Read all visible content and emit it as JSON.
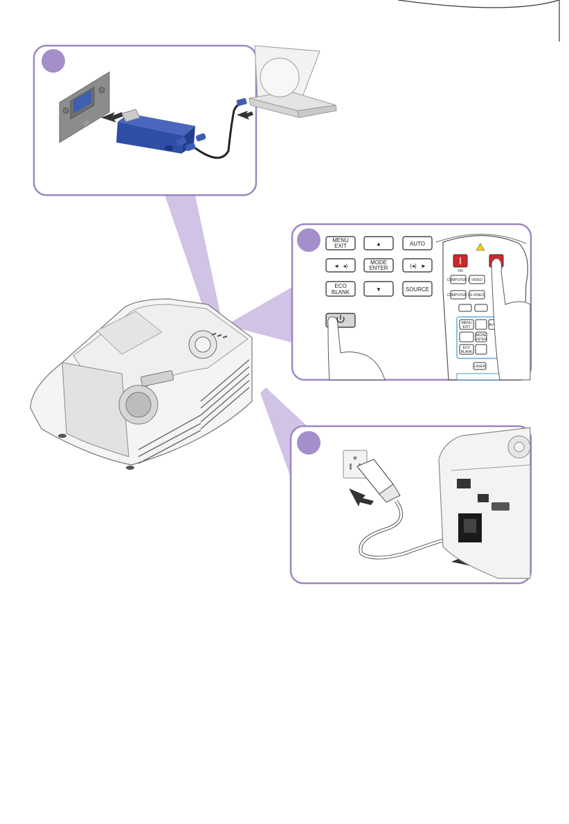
{
  "colors": {
    "accent": "#9b86c0",
    "beam": "#c9b8e0",
    "badge": "#a48fcb",
    "vga_blue": "#2f4fa6",
    "power_red": "#d0262b"
  },
  "icons": [
    "page-curl-icon",
    "vga-port-icon",
    "arrow-icon",
    "power-icon",
    "power-plug-icon",
    "wall-socket-icon",
    "laptop-icon",
    "projector-icon",
    "remote-control-icon",
    "hand-icon"
  ],
  "keypad": {
    "menu_exit": [
      "MENU",
      "EXIT"
    ],
    "auto": "AUTO",
    "mode_enter": [
      "MODE",
      "ENTER"
    ],
    "eco_blank": [
      "ECO",
      "BLANK"
    ],
    "source": "SOURCE",
    "up_glyph": "▲",
    "down_glyph": "▼",
    "left_glyph": "◄",
    "right_glyph": "►"
  },
  "remote": {
    "on": "ON",
    "computer1": "COMPUTER 1",
    "computer2": "COMPUTER 2",
    "video": "VIDEO",
    "svideo": "S-VIDEO",
    "laser": "LASER",
    "menu": [
      "MENU",
      "EXIT"
    ],
    "mode": [
      "MODE",
      "ENTER"
    ],
    "eco": [
      "ECO",
      "BLANK"
    ],
    "auto": "AUTO"
  }
}
